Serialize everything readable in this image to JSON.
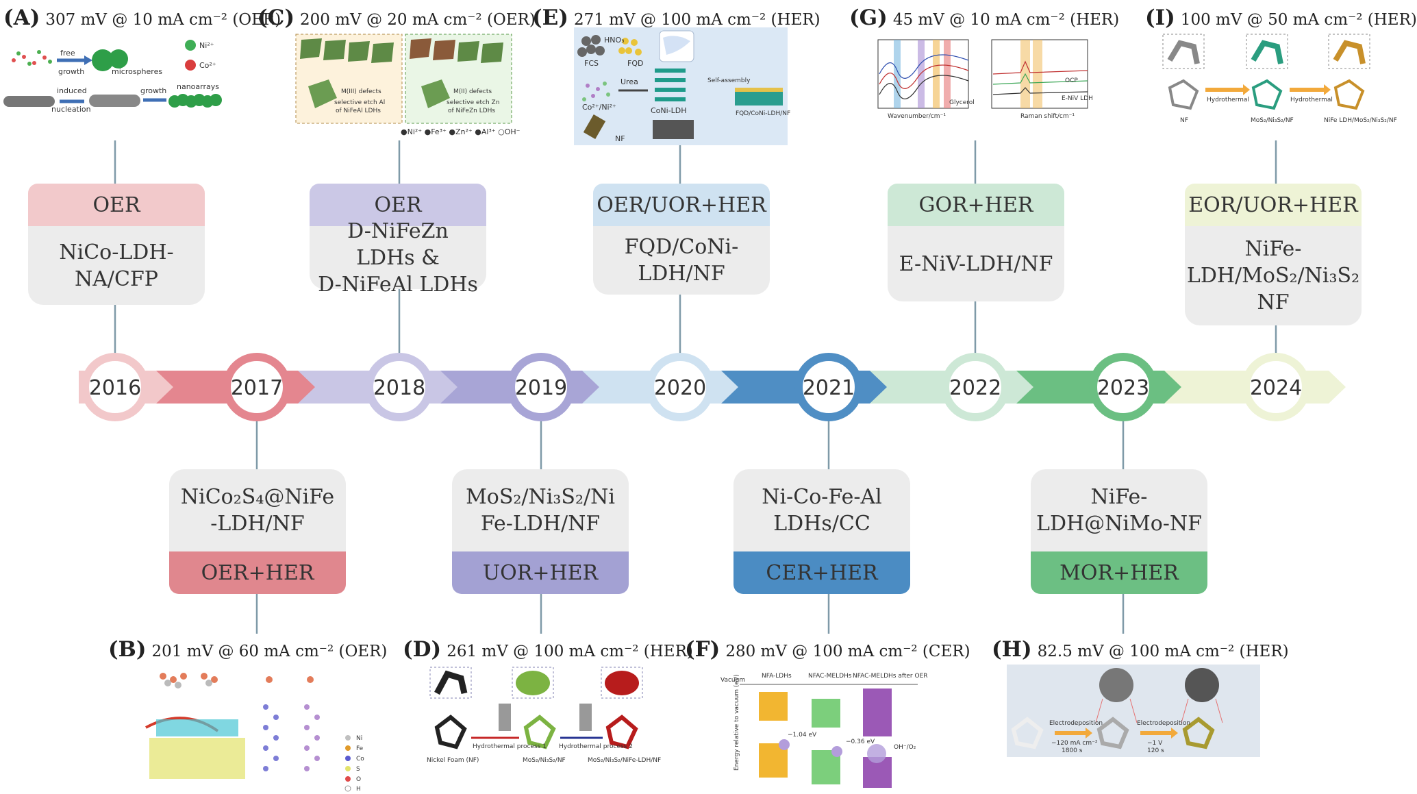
{
  "timeline": {
    "years": [
      "2016",
      "2017",
      "2018",
      "2019",
      "2020",
      "2021",
      "2022",
      "2023",
      "2024"
    ],
    "colors": [
      "#f2c8ca",
      "#e4868f",
      "#c9c6e5",
      "#a8a5d6",
      "#cfe2f1",
      "#4f8ec4",
      "#cde8d6",
      "#6bbf82",
      "#eef3d6"
    ]
  },
  "panels": {
    "A": {
      "letter": "(A)",
      "text": "307 mV @ 10 mA cm⁻² (OER)"
    },
    "B": {
      "letter": "(B)",
      "text": "201 mV @ 60 mA cm⁻² (OER)"
    },
    "C": {
      "letter": "(C)",
      "text": "200 mV @ 20 mA cm⁻² (OER)"
    },
    "D": {
      "letter": "(D)",
      "text": "261 mV @ 100 mA cm⁻² (HER)"
    },
    "E": {
      "letter": "(E)",
      "text": "271 mV @ 100 mA cm⁻² (HER)"
    },
    "F": {
      "letter": "(F)",
      "text": "280 mV @ 100 mA cm⁻² (CER)"
    },
    "G": {
      "letter": "(G)",
      "text": "45 mV @ 10 mA cm⁻² (HER)"
    },
    "H": {
      "letter": "(H)",
      "text": "82.5 mV @ 100 mA cm⁻² (HER)"
    },
    "I": {
      "letter": "(I)",
      "text": "100 mV @ 50 mA cm⁻² (HER)"
    }
  },
  "cards": {
    "c2016": {
      "cap": "OER",
      "body1": "NiCo-LDH-",
      "body2": "NA/CFP",
      "cap_color": "#f2c9cb"
    },
    "c2017": {
      "cap": "OER+HER",
      "body1": "NiCo₂S₄@NiFe",
      "body2": "-LDH/NF",
      "cap_color": "#e0878e"
    },
    "c2018": {
      "cap": "OER",
      "body1": "D-NiFeZn LDHs &",
      "body2": "D-NiFeAl LDHs",
      "cap_color": "#cbc8e6"
    },
    "c2019": {
      "cap": "UOR+HER",
      "body1": "MoS₂/Ni₃S₂/Ni",
      "body2": "Fe-LDH/NF",
      "cap_color": "#a3a1d3"
    },
    "c2020": {
      "cap": "OER/UOR+HER",
      "body1": "FQD/CoNi-",
      "body2": "LDH/NF",
      "cap_color": "#cfe2f1"
    },
    "c2021": {
      "cap": "CER+HER",
      "body1": "Ni-Co-Fe-Al",
      "body2": "LDHs/CC",
      "cap_color": "#4b8cc3"
    },
    "c2022": {
      "cap": "GOR+HER",
      "body1": "E-NiV-LDH/NF",
      "cap_color": "#cde8d6"
    },
    "c2023": {
      "cap": "MOR+HER",
      "body1": "NiFe-",
      "body2": "LDH@NiMo-NF",
      "cap_color": "#6cbf83"
    },
    "c2024": {
      "cap": "EOR/UOR+HER",
      "body1": "NiFe-",
      "body2": "LDH/MoS₂/Ni₃S₂",
      "body3": "NF",
      "cap_color": "#eef3d6"
    }
  },
  "thumb_labels": {
    "A": {
      "t1": "free",
      "t2": "growth",
      "t3": "microspheres",
      "t4": "induced",
      "t5": "nucleation",
      "t6": "growth",
      "t7": "nanoarrays",
      "t8": "Ni²⁺",
      "t9": "Co²⁺"
    },
    "C": {
      "t1": "M(III) defects",
      "t2": "selective etch Al",
      "t3": "of NiFeAl LDHs",
      "t4": "M(II) defects",
      "t5": "selective etch Zn",
      "t6": "of NiFeZn LDHs",
      "t7": "●Ni²⁺ ●Fe³⁺ ●Zn²⁺ ●Al³⁺ ○OH⁻"
    },
    "E": {
      "t1": "FCS",
      "t2": "HNO₃",
      "t3": "FQD",
      "t4": "Urea",
      "t5": "Co²⁺/Ni²⁺",
      "t6": "CoNi-LDH",
      "t7": "NF",
      "t8": "Self-assembly",
      "t9": "FQD/CoNi-LDH/NF"
    },
    "G": {
      "t1": "Wavenumber/cm⁻¹",
      "t2": "Raman shift/cm⁻¹",
      "t3": "Glycerol",
      "t4": "E-NiV LDH",
      "t5": "OCP"
    },
    "I": {
      "t1": "NF",
      "t2": "Hydrothermal",
      "t3": "MoS₂/Ni₃S₂/NF",
      "t4": "Hydrothermal",
      "t5": "NiFe LDH/MoS₂/Ni₃S₂/NF"
    },
    "B": {
      "t1": "Ni",
      "t2": "Fe",
      "t3": "Co",
      "t4": "S",
      "t5": "O",
      "t6": "H"
    },
    "D": {
      "t1": "Nickel Foam (NF)",
      "t2": "Hydrothermal process 1",
      "t3": "MoS₂/Ni₃S₂/NF",
      "t4": "Hydrothermal process 2",
      "t5": "MoS₂/Ni₃S₂/NiFe-LDH/NF"
    },
    "F": {
      "t1": "NFA-LDHs",
      "t2": "NFAC-MELDHs",
      "t3": "NFAC-MELDHs after OER",
      "t4": "Vacuum",
      "t5": "Energy relative to vacuum (eV)",
      "t6": "−1.04 eV",
      "t7": "−0.36 eV",
      "t8": "OH⁻/O₂"
    },
    "H": {
      "t1": "Electrodeposition",
      "t2": "−120 mA cm⁻²",
      "t3": "1800 s",
      "t4": "Electrodeposition",
      "t5": "−1 V",
      "t6": "120 s"
    }
  }
}
